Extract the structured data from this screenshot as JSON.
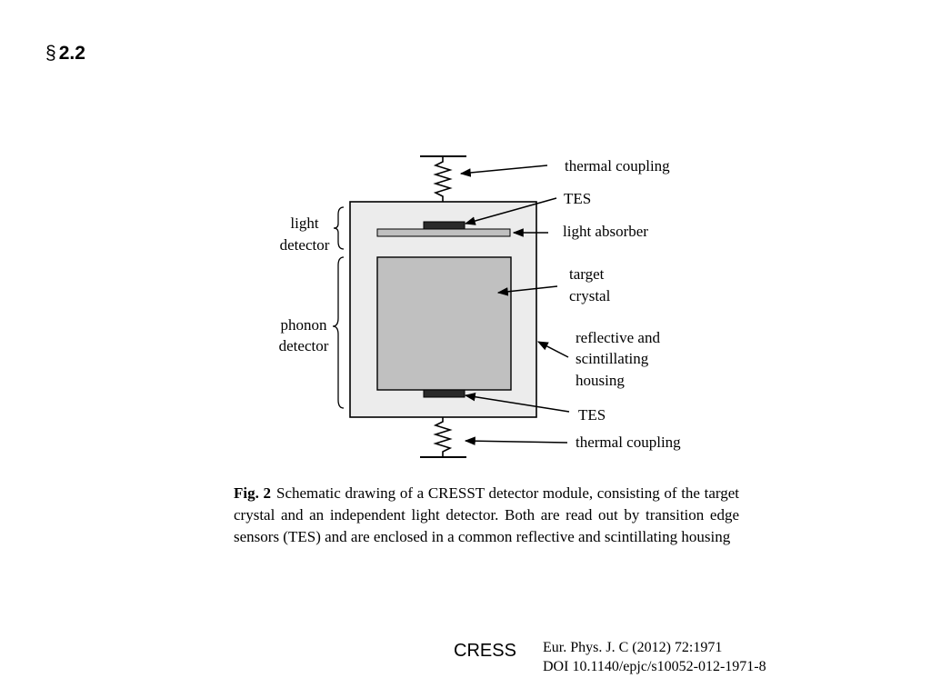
{
  "slide": {
    "section_symbol": "§",
    "section_number": "2.2"
  },
  "diagram": {
    "labels": {
      "thermal_coupling_top": "thermal coupling",
      "tes_top": "TES",
      "light_absorber": "light absorber",
      "target_crystal_line1": "target",
      "target_crystal_line2": "crystal",
      "housing_line1": "reflective and",
      "housing_line2": "scintillating",
      "housing_line3": "housing",
      "tes_bottom": "TES",
      "thermal_coupling_bottom": "thermal coupling",
      "light_detector_line1": "light",
      "light_detector_line2": "detector",
      "phonon_detector_line1": "phonon",
      "phonon_detector_line2": "detector"
    },
    "colors": {
      "housing_fill": "#ececec",
      "crystal_fill": "#c0c0c0",
      "absorber_fill": "#c0c0c0",
      "tes_fill": "#2a2a2a"
    }
  },
  "caption": {
    "fig_label": "Fig. 2",
    "text": "Schematic drawing of a CRESST detector module, consisting of the target crystal and an independent light detector. Both are read out by transition edge sensors (TES) and are enclosed in a common reflective and scintillating housing"
  },
  "footer": {
    "project": "CRESS",
    "journal": "Eur. Phys. J. C (2012) 72:1971",
    "doi": "DOI 10.1140/epjc/s10052-012-1971-8"
  }
}
